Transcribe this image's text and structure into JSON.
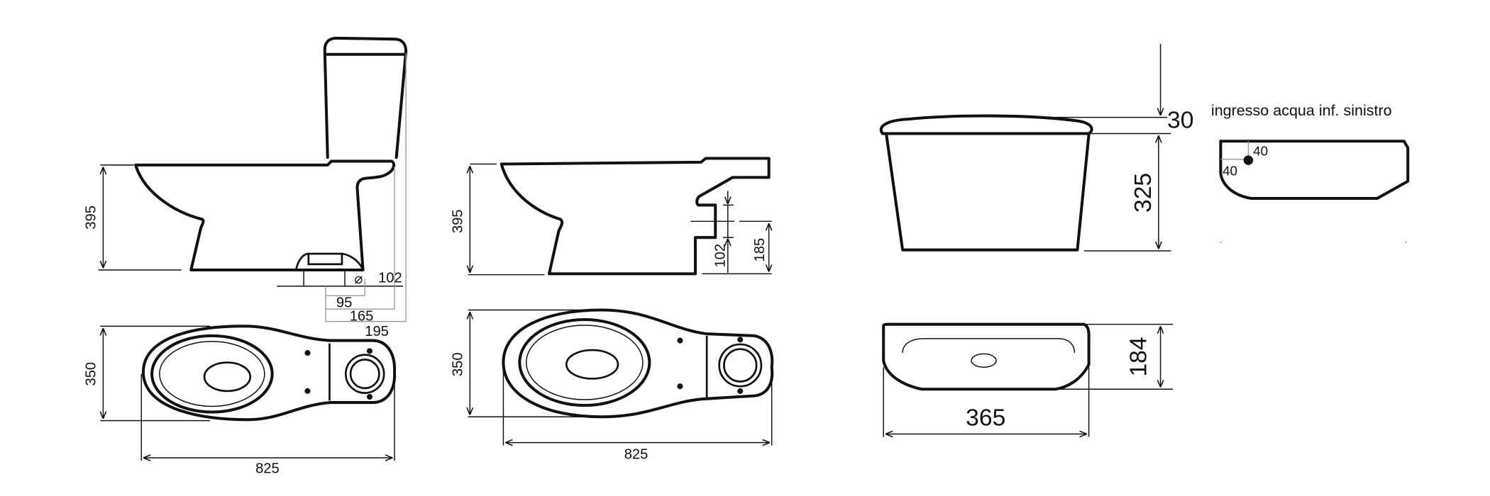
{
  "drawings": {
    "side_with_tank": {
      "height": "395",
      "outlet_diameter_symbol": "⌀",
      "outlet_diameter": "102",
      "dist_95": "95",
      "dist_165": "165",
      "dist_195": "195"
    },
    "top_with_tank": {
      "width": "350",
      "length": "825"
    },
    "side_no_tank": {
      "height": "395",
      "outlet_a": "102",
      "outlet_b": "185"
    },
    "top_no_tank": {
      "width": "350",
      "length": "825"
    },
    "tank_front": {
      "lid": "30",
      "height": "325"
    },
    "tank_inlet": {
      "note": "ingresso acqua inf. sinistro",
      "offset_x": "40",
      "offset_y": "40"
    },
    "tank_top": {
      "depth": "184",
      "width": "365"
    }
  }
}
